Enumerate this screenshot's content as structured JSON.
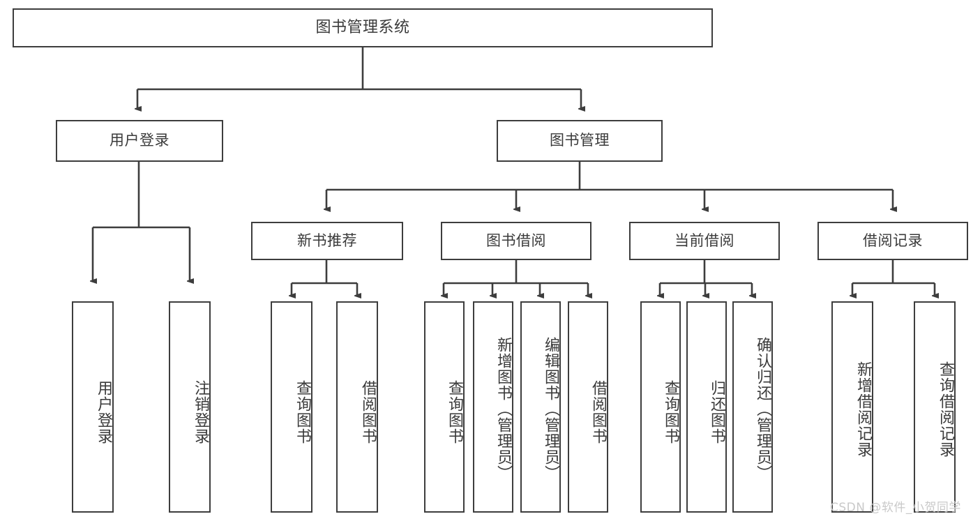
{
  "diagram": {
    "type": "tree-hierarchy",
    "title": "图书管理系统",
    "root": {
      "label": "图书管理系统"
    },
    "level2": [
      {
        "id": "user-login",
        "label": "用户登录"
      },
      {
        "id": "book-manage",
        "label": "图书管理"
      }
    ],
    "level3": [
      {
        "id": "new-book-recommend",
        "label": "新书推荐",
        "parent": "book-manage"
      },
      {
        "id": "book-borrow",
        "label": "图书借阅",
        "parent": "book-manage"
      },
      {
        "id": "current-borrow",
        "label": "当前借阅",
        "parent": "book-manage"
      },
      {
        "id": "borrow-record",
        "label": "借阅记录",
        "parent": "book-manage"
      }
    ],
    "leaves": {
      "user_login": [
        {
          "id": "leaf-user-login",
          "label": "用户登录"
        },
        {
          "id": "leaf-logout",
          "label": "注销登录"
        }
      ],
      "new_book_recommend": [
        {
          "id": "leaf-query-book-1",
          "label": "查询图书"
        },
        {
          "id": "leaf-borrow-book-1",
          "label": "借阅图书"
        }
      ],
      "book_borrow": [
        {
          "id": "leaf-query-book-2",
          "label": "查询图书"
        },
        {
          "id": "leaf-add-book",
          "label": "新增图书（管理员）"
        },
        {
          "id": "leaf-edit-book",
          "label": "编辑图书（管理员）"
        },
        {
          "id": "leaf-borrow-book-2",
          "label": "借阅图书"
        }
      ],
      "current_borrow": [
        {
          "id": "leaf-query-book-3",
          "label": "查询图书"
        },
        {
          "id": "leaf-return-book",
          "label": "归还图书"
        },
        {
          "id": "leaf-confirm-return",
          "label": "确认归还（管理员）"
        }
      ],
      "borrow_record": [
        {
          "id": "leaf-add-record",
          "label": "新增借阅记录"
        },
        {
          "id": "leaf-query-record",
          "label": "查询借阅记录"
        }
      ]
    },
    "colors": {
      "line": "#3d3d3d",
      "text": "#3a3a3a",
      "box_fill": "#ffffff",
      "background": "#ffffff",
      "watermark": "#c9c9c9"
    }
  },
  "watermark": {
    "text": "CSDN @软件_小贺同学"
  }
}
